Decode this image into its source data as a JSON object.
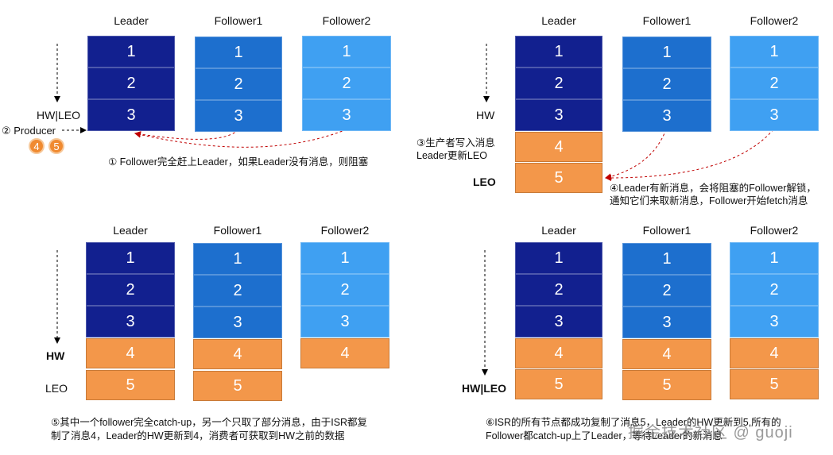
{
  "headers": {
    "leader": "Leader",
    "follower1": "Follower1",
    "follower2": "Follower2"
  },
  "cells": [
    "1",
    "2",
    "3",
    "4",
    "5"
  ],
  "colors": {
    "dark": "#12208f",
    "mid": "#1d6fce",
    "light": "#3fa0f2",
    "orange": "#f3974a",
    "arrow": "#c00000"
  },
  "panel1": {
    "hwleo": "HW|LEO",
    "producer": "② Producer",
    "badge_a": "4",
    "badge_b": "5",
    "caption": "① Follower完全赶上Leader，如果Leader没有消息，则阻塞"
  },
  "panel2": {
    "hw": "HW",
    "leo": "LEO",
    "caption_left_1": "③生产者写入消息",
    "caption_left_2": "Leader更新LEO",
    "caption_right_1": "④Leader有新消息，会将阻塞的Follower解锁，",
    "caption_right_2": "通知它们来取新消息，Follower开始fetch消息"
  },
  "panel3": {
    "hw": "HW",
    "leo": "LEO",
    "caption_1": "⑤其中一个follower完全catch-up，另一个只取了部分消息，由于ISR都复",
    "caption_2": "制了消息4，Leader的HW更新到4，消费者可获取到HW之前的数据"
  },
  "panel4": {
    "hwleo": "HW|LEO",
    "caption_1": "⑥ISR的所有节点都成功复制了消息5，Leader的HW更新到5,所有的",
    "caption_2": "Follower都catch-up上了Leader，等待Leader的新消息",
    "watermark": "掘金技术社区 @ guoji"
  }
}
